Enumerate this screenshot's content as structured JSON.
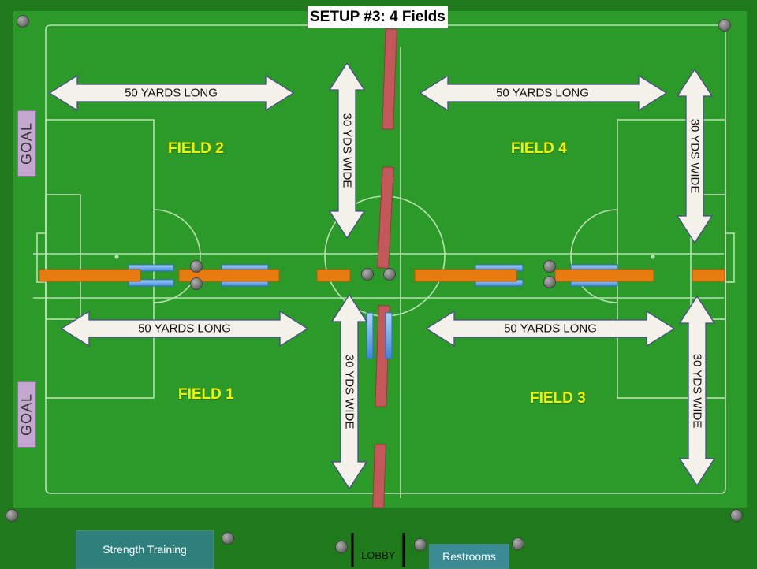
{
  "title": "SETUP #3: 4 Fields",
  "goals": [
    "GOAL",
    "GOAL"
  ],
  "fields": {
    "field2": "FIELD 2",
    "field4": "FIELD 4",
    "field1": "FIELD 1",
    "field3": "FIELD 3"
  },
  "dimensions": {
    "length_label": "50 YARDS LONG",
    "width_label": "30 YDS WIDE"
  },
  "facilities": {
    "strength": "Strength Training",
    "lobby": "LOBBY",
    "restrooms": "Restrooms"
  },
  "colors": {
    "grass": "#1f7a1c",
    "pitch": "#2c9a28",
    "divider_orange": "#e87b10",
    "divider_red": "#c4575a",
    "marker_blue": "#5ea8e8",
    "field_label_yellow": "#f2f200",
    "arrow_fill": "#f3f1e9",
    "goal_box": "#c3a7cf",
    "room_box": "#2f7f7c"
  }
}
